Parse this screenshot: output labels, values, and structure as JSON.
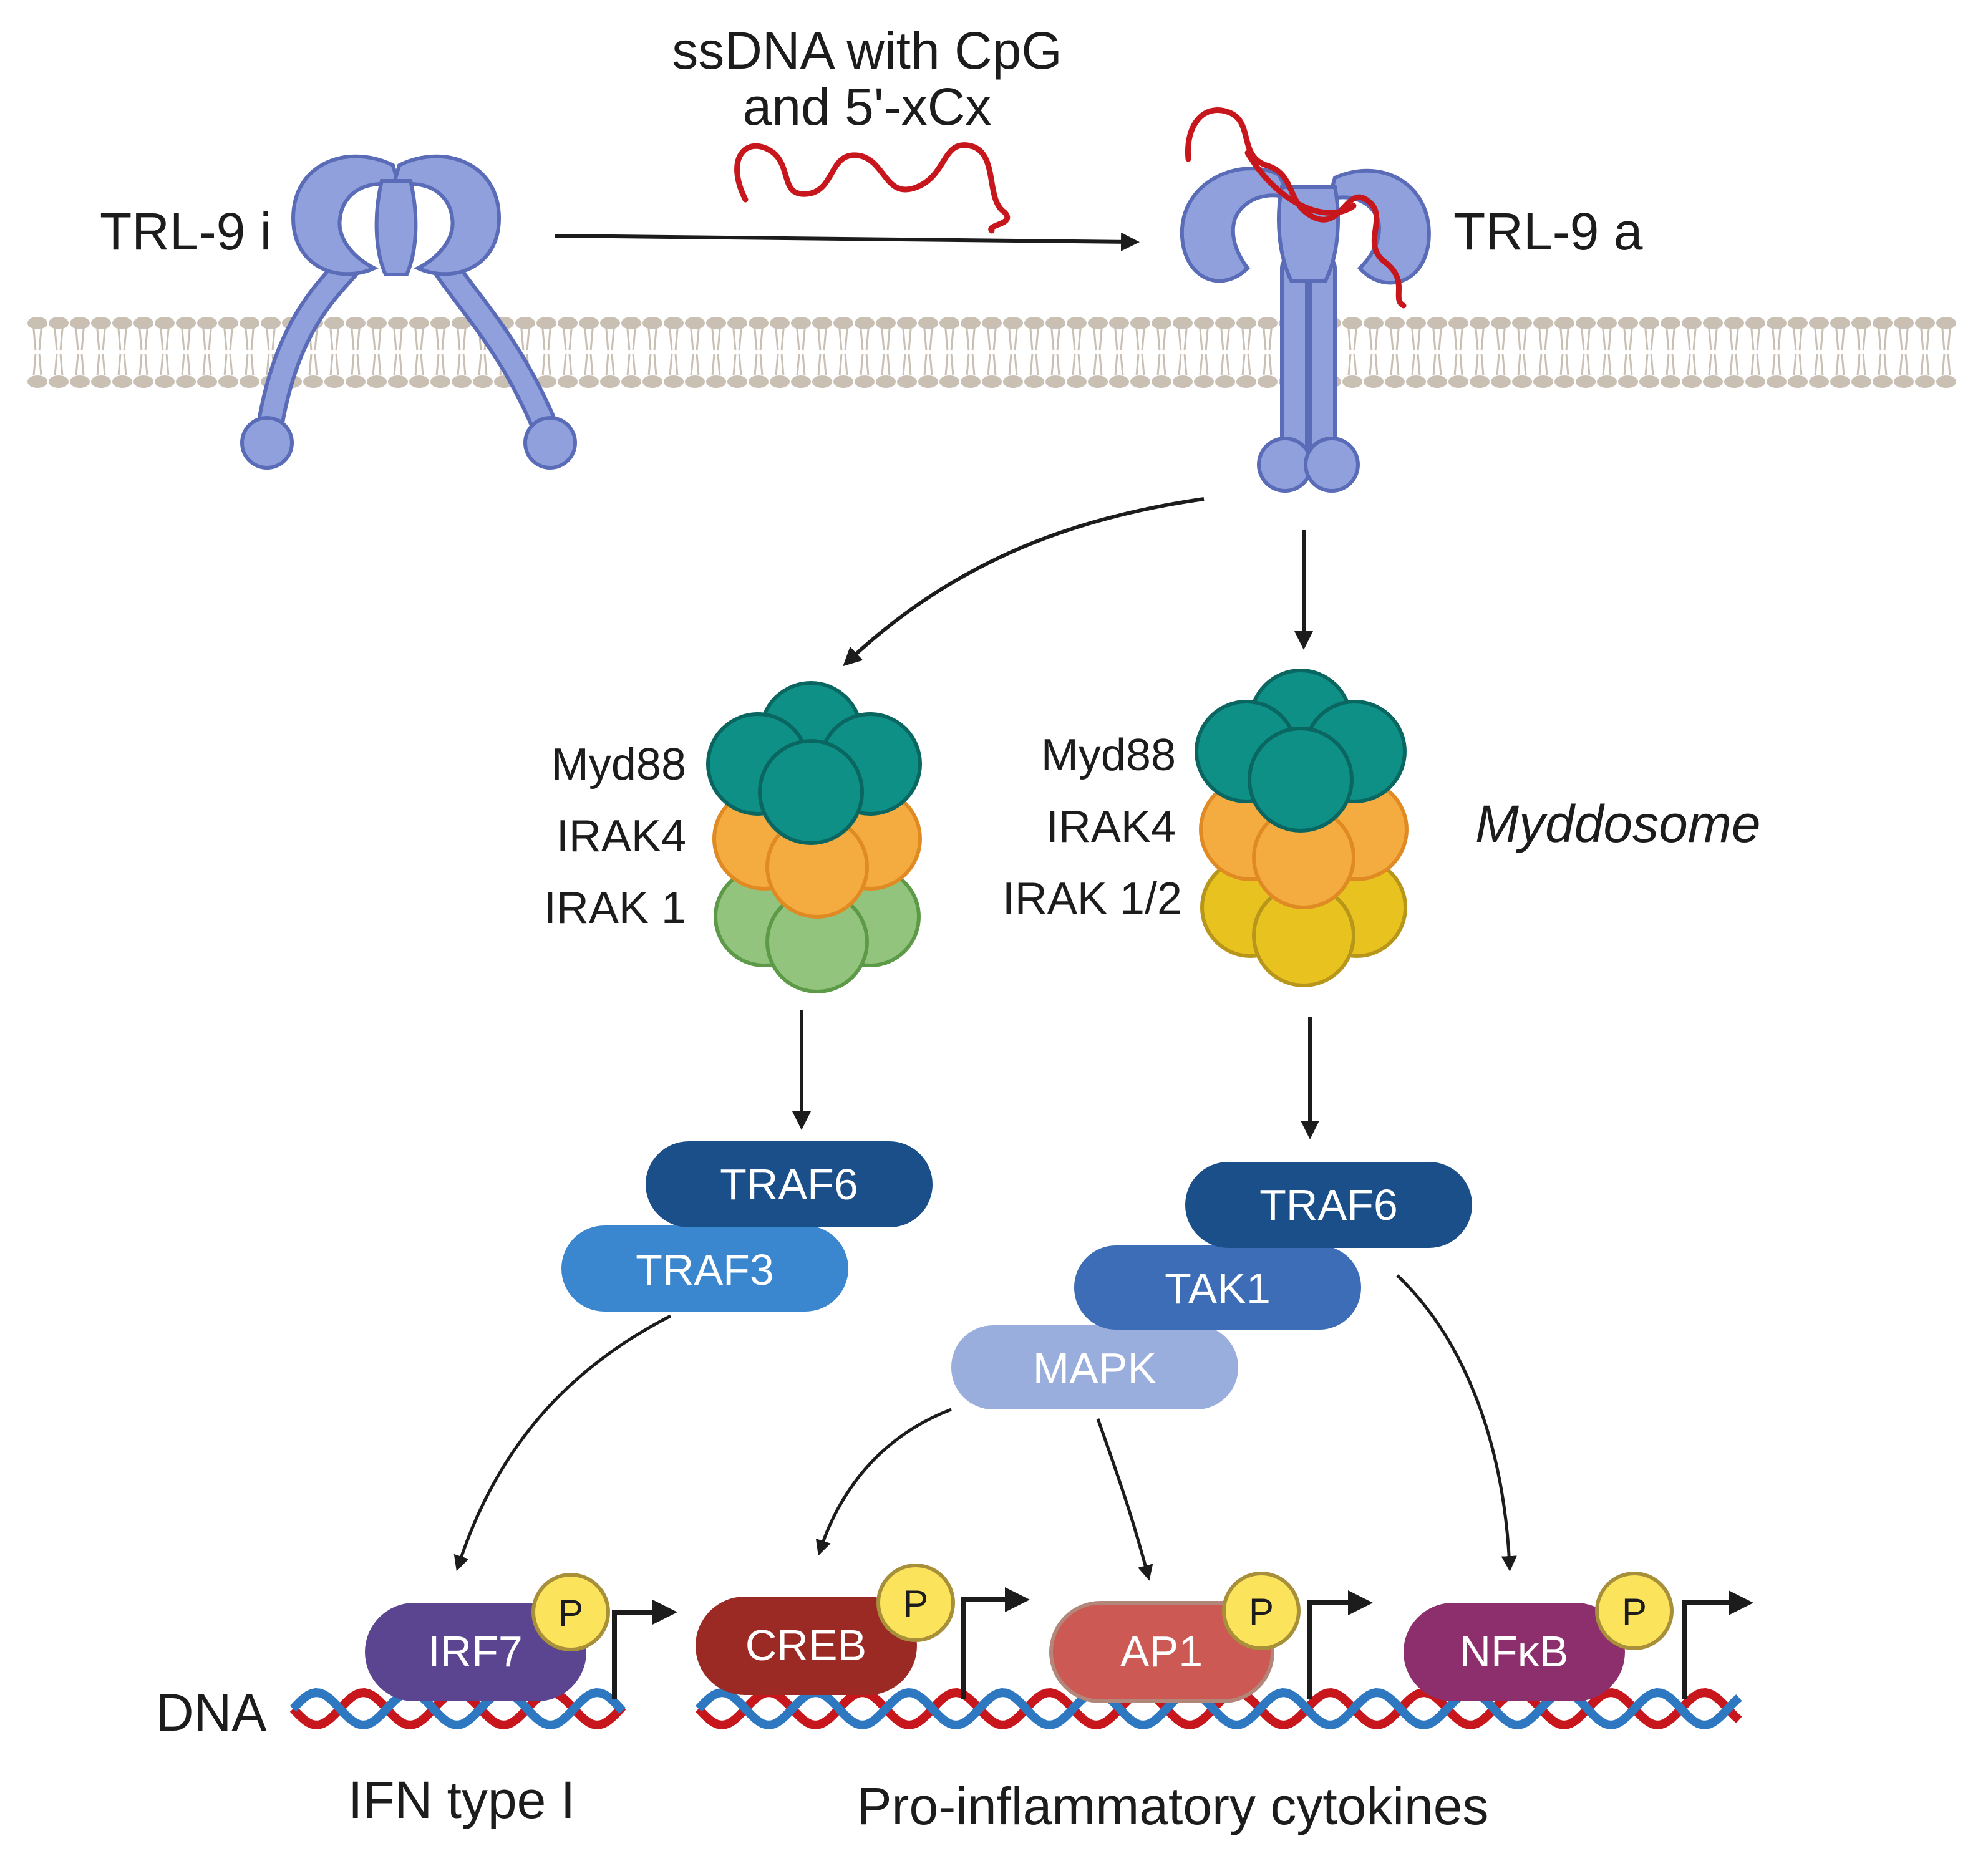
{
  "labels": {
    "ligand": [
      "ssDNA with CpG",
      "and 5'-xCx"
    ],
    "receptor_inactive": "TRL-9 i",
    "receptor_active": "TRL-9 a",
    "myddosome": "Myddosome",
    "dna": "DNA",
    "ifn": "IFN type I",
    "cytokines": "Pro-inflammatory cytokines",
    "phospho": "P"
  },
  "left_complex": {
    "myd88": "Myd88",
    "irak4": "IRAK4",
    "irak": "IRAK 1"
  },
  "right_complex": {
    "myd88": "Myd88",
    "irak4": "IRAK4",
    "irak": "IRAK 1/2"
  },
  "adaptors": {
    "traf6_left": "TRAF6",
    "traf3": "TRAF3",
    "traf6_right": "TRAF6",
    "tak1": "TAK1",
    "mapk": "MAPK"
  },
  "factors": {
    "irf7": "IRF7",
    "creb": "CREB",
    "ap1": "AP1",
    "nfkb": "NFκB"
  },
  "colors": {
    "receptor": "#8fa0dc",
    "receptor_stroke": "#5a6cb8",
    "ssdna": "#c8161d",
    "myd88": "#0e9086",
    "irak4": "#f4ab3f",
    "irak1": "#93c47d",
    "irak12": "#e8c21f",
    "traf6": "#1b4f8a",
    "traf3": "#3a86cf",
    "tak1": "#3c6db6",
    "mapk": "#99aedc",
    "irf7": "#5b4591",
    "creb": "#9b2a25",
    "ap1": "#cd5954",
    "nfkb": "#8c2f6c",
    "phospho": "#fbe35b",
    "dna_red": "#c8161d",
    "dna_blue": "#2e78c2",
    "membrane": "#c9bfb3"
  }
}
